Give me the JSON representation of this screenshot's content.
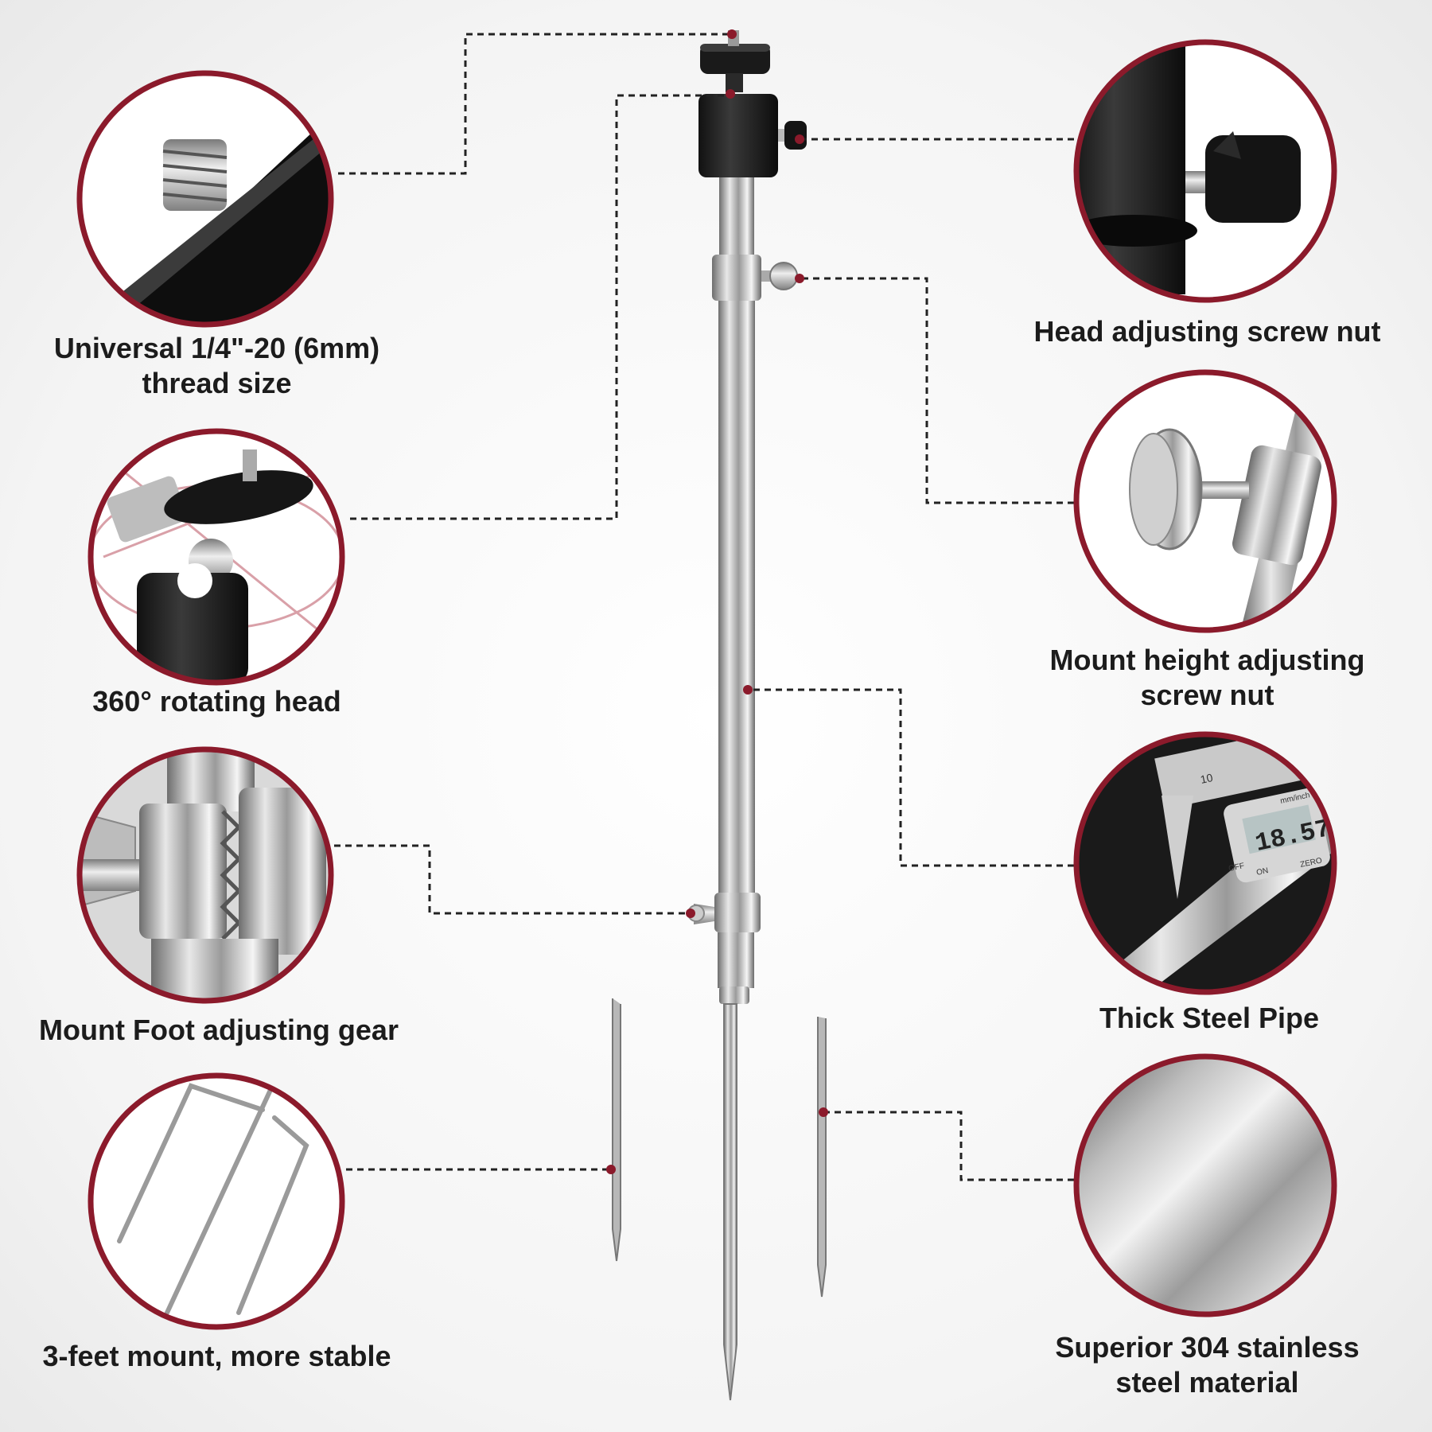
{
  "accent_color": "#8b1a2b",
  "features": {
    "thread": {
      "line1": "Universal 1/4\"-20 (6mm)",
      "line2": "thread size"
    },
    "rotating_head": {
      "line1": "360° rotating head"
    },
    "foot_gear": {
      "line1": "Mount Foot adjusting gear"
    },
    "three_feet": {
      "line1": "3-feet mount, more stable"
    },
    "head_nut": {
      "line1": "Head adjusting screw nut"
    },
    "height_nut": {
      "line1": "Mount height adjusting",
      "line2": "screw nut"
    },
    "pipe": {
      "line1": "Thick Steel Pipe"
    },
    "material": {
      "line1": "Superior 304 stainless",
      "line2": "steel material"
    }
  },
  "caliper": {
    "display_value": "18.57",
    "off_label": "OFF",
    "on_label": "ON",
    "zero_label": "ZERO",
    "unit_label": "mm/inch",
    "scale_label": "10"
  }
}
